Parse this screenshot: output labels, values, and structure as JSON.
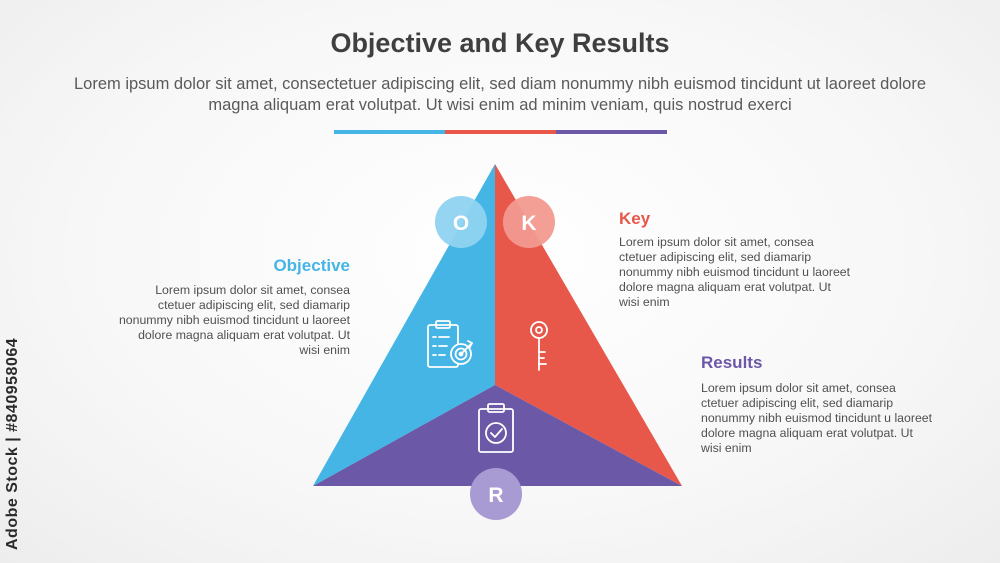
{
  "header": {
    "title": "Objective and Key Results",
    "subtitle": "Lorem ipsum dolor sit amet, consectetuer adipiscing elit, sed diam nonummy nibh euismod tincidunt ut laoreet dolore magna aliquam erat volutpat. Ut wisi enim ad minim veniam, quis nostrud exerci"
  },
  "colors": {
    "objective": "#45b5e6",
    "key": "#e8584a",
    "results": "#6b58a6",
    "circle_objective": "#8fd3f0",
    "circle_key": "#f29a90",
    "circle_results": "#a89ad2"
  },
  "letters": {
    "objective": "O",
    "key": "K",
    "results": "R"
  },
  "icons": {
    "objective": "clipboard-target-icon",
    "key": "key-icon",
    "results": "clipboard-check-icon"
  },
  "blocks": {
    "objective": {
      "title": "Objective",
      "text": "Lorem ipsum dolor sit amet, consea ctetuer adipiscing elit, sed diamarip nonummy nibh euismod tincidunt u laoreet dolore magna aliquam erat volutpat. Ut wisi enim"
    },
    "key": {
      "title": "Key",
      "text": "Lorem ipsum dolor sit amet, consea ctetuer adipiscing elit, sed diamarip nonummy nibh euismod tincidunt u laoreet dolore magna aliquam erat volutpat. Ut wisi enim"
    },
    "results": {
      "title": "Results",
      "text": "Lorem ipsum dolor sit amet, consea ctetuer adipiscing elit, sed diamarip nonummy nibh euismod tincidunt u laoreet dolore magna aliquam erat volutpat. Ut wisi enim"
    }
  },
  "watermark": "Adobe Stock | #840958064"
}
